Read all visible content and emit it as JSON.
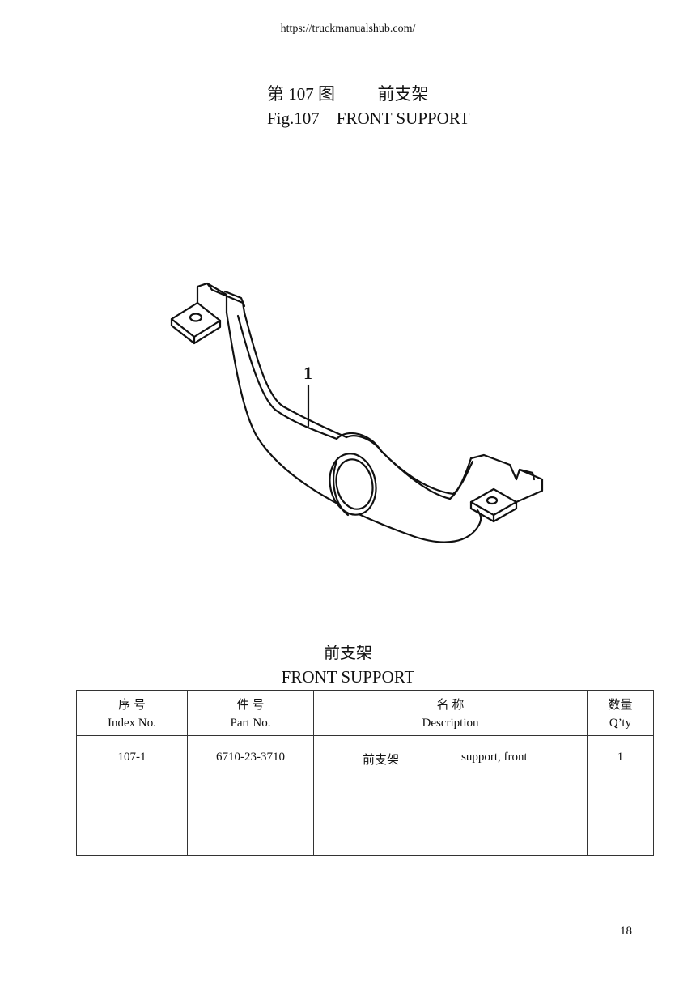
{
  "header": {
    "url": "https://truckmanualshub.com/"
  },
  "figure": {
    "title_cn": "第 107 图          前支架",
    "title_en": "Fig.107    FRONT SUPPORT",
    "callout": "1"
  },
  "section": {
    "title_cn": "前支架",
    "title_en": "FRONT SUPPORT"
  },
  "table": {
    "headers": [
      {
        "cn": "序    号",
        "en": "Index No."
      },
      {
        "cn": "件        号",
        "en": "Part No."
      },
      {
        "cn": "名              称",
        "en": "Description"
      },
      {
        "cn": "数量",
        "en": "Q’ty"
      }
    ],
    "rows": [
      {
        "index": "107-1",
        "part_no": "6710-23-3710",
        "desc_cn": "前支架",
        "desc_en": "support, front",
        "qty": "1"
      }
    ]
  },
  "page_number": "18"
}
